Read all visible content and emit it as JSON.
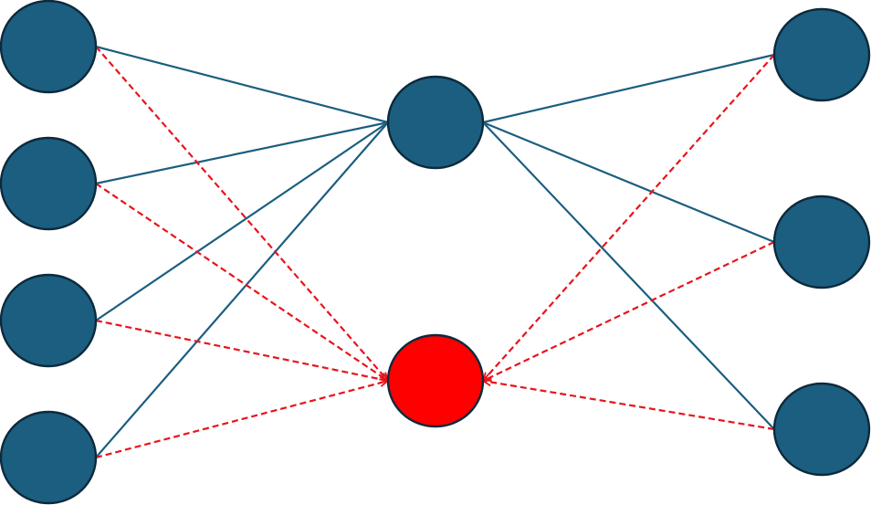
{
  "diagram": {
    "type": "network-graph",
    "colors": {
      "node_fill": "#1b5e80",
      "highlight_fill": "#ff0000",
      "solid_edge": "#1b5e80",
      "dashed_edge": "#e8141b",
      "node_outline": "#0d2a3c"
    },
    "nodes": [
      {
        "id": "in-1",
        "role": "input",
        "highlighted": false
      },
      {
        "id": "in-2",
        "role": "input",
        "highlighted": false
      },
      {
        "id": "in-3",
        "role": "input",
        "highlighted": false
      },
      {
        "id": "in-4",
        "role": "input",
        "highlighted": false
      },
      {
        "id": "hub",
        "role": "hub",
        "highlighted": false
      },
      {
        "id": "target",
        "role": "hub",
        "highlighted": true
      },
      {
        "id": "out-1",
        "role": "output",
        "highlighted": false
      },
      {
        "id": "out-2",
        "role": "output",
        "highlighted": false
      },
      {
        "id": "out-3",
        "role": "output",
        "highlighted": false
      }
    ],
    "edges": [
      {
        "from": "in-1",
        "to": "hub",
        "style": "solid"
      },
      {
        "from": "in-2",
        "to": "hub",
        "style": "solid"
      },
      {
        "from": "in-3",
        "to": "hub",
        "style": "solid"
      },
      {
        "from": "in-4",
        "to": "hub",
        "style": "solid"
      },
      {
        "from": "hub",
        "to": "out-1",
        "style": "solid"
      },
      {
        "from": "hub",
        "to": "out-2",
        "style": "solid"
      },
      {
        "from": "hub",
        "to": "out-3",
        "style": "solid"
      },
      {
        "from": "in-1",
        "to": "target",
        "style": "dashed",
        "arrow": true
      },
      {
        "from": "in-2",
        "to": "target",
        "style": "dashed",
        "arrow": true
      },
      {
        "from": "in-3",
        "to": "target",
        "style": "dashed",
        "arrow": true
      },
      {
        "from": "in-4",
        "to": "target",
        "style": "dashed",
        "arrow": true
      },
      {
        "from": "out-1",
        "to": "target",
        "style": "dashed",
        "arrow": true
      },
      {
        "from": "out-2",
        "to": "target",
        "style": "dashed",
        "arrow": true
      },
      {
        "from": "out-3",
        "to": "target",
        "style": "dashed",
        "arrow": true
      }
    ]
  }
}
